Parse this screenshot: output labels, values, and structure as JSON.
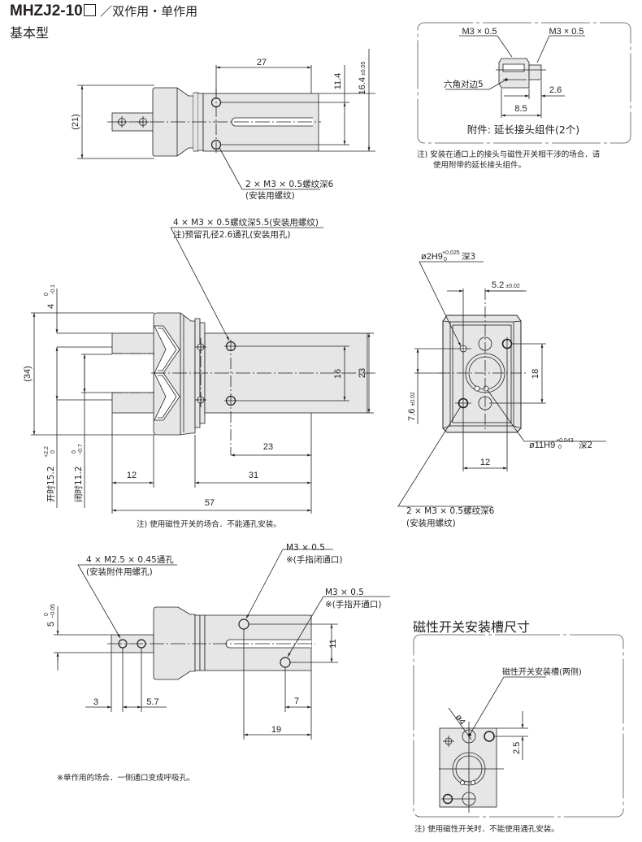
{
  "header": {
    "model": "MHZJ2-10",
    "model_suffix_box": "□",
    "title_rest": "／双作用・单作用",
    "subtitle": "基本型"
  },
  "colors": {
    "line": "#231f20",
    "body_fill": "#e6e6e6",
    "box_border": "#555555"
  },
  "top_view": {
    "dim_27": "27",
    "dim_11_4": "11.4",
    "dim_16_4": "16.4",
    "dim_16_4_tol": "±0.05",
    "dim_21": "(21)",
    "callout_line1": "2 × M3 × 0.5螺纹深6",
    "callout_line2": "(安装用螺纹)"
  },
  "accessory_box": {
    "label_m3_left": "M3 × 0.5",
    "label_m3_right": "M3 × 0.5",
    "label_hex": "六角对边5",
    "dim_2_6": "2.6",
    "dim_8_5": "8.5",
    "caption": "附件: 延长接头组件(2个)",
    "note_line1": "注) 安装在通口上的接头与磁性开关相干涉的场合．请",
    "note_line2": "使用附带的延长接头组件。"
  },
  "side_view": {
    "callout_line1": "4 × M3 × 0.5螺纹深5.5(安装用螺纹)",
    "callout_line2": "注)预留孔径2.6通孔(安装用孔)",
    "dim_4": "4",
    "dim_4_tol_upper": "0",
    "dim_4_tol_lower": "-0.1",
    "dim_34": "(34)",
    "dim_16": "16",
    "dim_23_v": "23",
    "dim_23_h": "23",
    "dim_31": "31",
    "dim_12": "12",
    "dim_57": "57",
    "open_label": "开时15.2",
    "open_tol_upper": "+2.2",
    "open_tol_lower": "0",
    "closed_label": "闭时11.2",
    "closed_tol_upper": "0",
    "closed_tol_lower": "−0.7",
    "note": "注) 使用磁性开关的场合．不能通孔安装。"
  },
  "end_view": {
    "pin_hole": "ø2H9",
    "pin_tol_upper": "+0.025",
    "pin_tol_lower": "0",
    "pin_depth": "深3",
    "dim_5_2": "5.2",
    "dim_5_2_tol": "±0.02",
    "dim_18": "18",
    "dim_7_6": "7.6",
    "dim_7_6_tol": "±0.02",
    "dim_12": "12",
    "bore": "ø11H9",
    "bore_tol_upper": "+0.043",
    "bore_tol_lower": "0",
    "bore_depth": "深2",
    "callout_line1": "2 × M3 × 0.5螺纹深6",
    "callout_line2": "(安装用螺纹)"
  },
  "bottom_view": {
    "callout_left_line1": "4 × M2.5 × 0.45通孔",
    "callout_left_line2": "(安装附件用螺孔)",
    "port_close_line1": "M3 × 0.5",
    "port_close_line2": "※(手指闭通口)",
    "port_open_line1": "M3 × 0.5",
    "port_open_line2": "※(手指开通口)",
    "dim_5": "5",
    "dim_5_tol_upper": "0",
    "dim_5_tol_lower": "−0.05",
    "dim_3": "3",
    "dim_5_7": "5.7",
    "dim_11": "11",
    "dim_7": "7",
    "dim_19": "19",
    "note": "※单作用的场合．一侧通口变成呼吸孔。"
  },
  "switch_groove": {
    "section_title": "磁性开关安装槽尺寸",
    "label": "磁性开关安装槽(两侧)",
    "dim_dia": "ø4",
    "dim_2_5": "2.5",
    "note": "注) 使用磁性开关时．不能使用通孔安装。"
  }
}
